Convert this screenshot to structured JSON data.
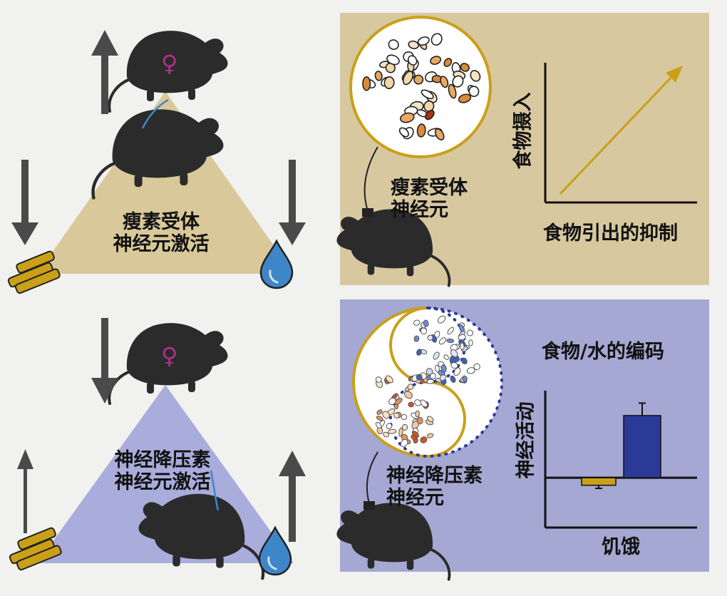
{
  "colors": {
    "background": "#f1f1f0",
    "tan_panel": "#d8c8a0",
    "tan_triangle": "#d9c99a",
    "blue_panel": "#a4a8d2",
    "blue_triangle": "#a9addb",
    "gold": "#c9a018",
    "navy_bar": "#2b3a96",
    "mouse": "#2b2b2b",
    "arrow": "#4a4a4a",
    "female_symbol": "#b0308a",
    "water": "#3f86c9"
  },
  "top_left": {
    "line1": "瘦素受体",
    "line2": "神经元激活",
    "female_symbol": "♀",
    "arrow_mouse": "up",
    "arrow_food": "down",
    "arrow_water": "down"
  },
  "top_right": {
    "neuron_line1": "瘦素受体",
    "neuron_line2": "神经元",
    "y_label": "食物摄入",
    "x_label": "食物引出的抑制"
  },
  "bottom_left": {
    "line1": "神经降压素",
    "line2": "神经元激活",
    "female_symbol": "♀",
    "arrow_mouse": "down",
    "arrow_food": "up",
    "arrow_water": "up"
  },
  "bottom_right": {
    "neuron_line1": "神经降压素",
    "neuron_line2": "神经元",
    "chart_title": "食物/水的编码",
    "y_label": "神经活动",
    "x_label": "饥饿"
  },
  "chart_data": {
    "type": "bar",
    "categories": [
      "",
      ""
    ],
    "series": [
      {
        "values": [
          -0.12,
          1.0
        ],
        "errors": [
          0.05,
          0.2
        ]
      }
    ],
    "title": "食物/水的编码",
    "xlabel": "饥饿",
    "ylabel": "神经活动",
    "ylim": [
      -0.8,
      1.4
    ],
    "grid": false
  }
}
